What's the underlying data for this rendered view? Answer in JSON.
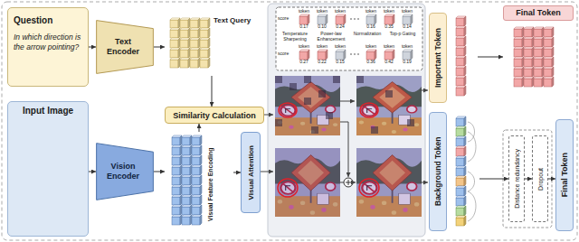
{
  "diagram": {
    "nodes": [
      {
        "text": [
          "Question",
          "In which direction is the arrow pointing?"
        ]
      },
      {
        "text": [
          "Text Encoder"
        ]
      },
      {
        "text": [
          "Text Query"
        ]
      },
      {
        "text": [
          "Input Image"
        ]
      },
      {
        "text": [
          "Vision Encoder"
        ]
      },
      {
        "text": [
          "Visual Feature Encoding"
        ]
      },
      {
        "text": [
          "Similarity Calculation"
        ]
      },
      {
        "text": [
          "Visual Attention"
        ]
      },
      {
        "text": [
          "Important Token"
        ]
      },
      {
        "text": [
          "Final Token"
        ]
      },
      {
        "text": [
          "Background Token"
        ]
      },
      {
        "text": [
          "Distance redundancy"
        ]
      },
      {
        "text": [
          "Dropout"
        ]
      },
      {
        "text": [
          "Final Token"
        ]
      }
    ],
    "edges": [
      {
        "from": 0,
        "to": 1,
        "arrow": "to"
      },
      {
        "from": 1,
        "to": 2,
        "arrow": "to"
      },
      {
        "from": 3,
        "to": 4,
        "arrow": "to"
      },
      {
        "from": 4,
        "to": 5,
        "arrow": "to"
      },
      {
        "from": 2,
        "to": 6,
        "arrow": "to"
      },
      {
        "from": 5,
        "to": 6,
        "arrow": "to"
      },
      {
        "from": 5,
        "to": 7,
        "arrow": "to"
      },
      {
        "from": 8,
        "to": 9,
        "arrow": "to"
      },
      {
        "from": 10,
        "to": 11,
        "arrow": "to"
      },
      {
        "from": 11,
        "to": 12,
        "arrow": "to"
      },
      {
        "from": 12,
        "to": 13,
        "arrow": "to"
      }
    ],
    "labels": [
      "score",
      "token",
      "token",
      "token",
      "token",
      "token",
      "token",
      "0.17",
      "0.10",
      "0.24",
      "0.16",
      "0.35",
      "0.14",
      "Temperature Sharpening",
      "Power-law Enhancement",
      "Normalization",
      "Top-p Gating",
      "score",
      "token",
      "token",
      "token",
      "token",
      "token",
      "token",
      "0.27",
      "0.22",
      "0.15",
      "0.36",
      "0.42",
      "0.19"
    ]
  }
}
